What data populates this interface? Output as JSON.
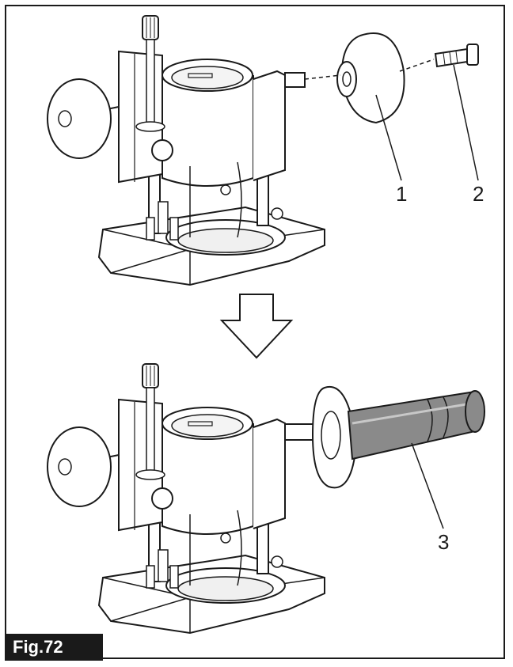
{
  "figure": {
    "label": "Fig.72",
    "callouts": [
      {
        "id": "1",
        "text": "1"
      },
      {
        "id": "2",
        "text": "2"
      },
      {
        "id": "3",
        "text": "3"
      }
    ]
  }
}
